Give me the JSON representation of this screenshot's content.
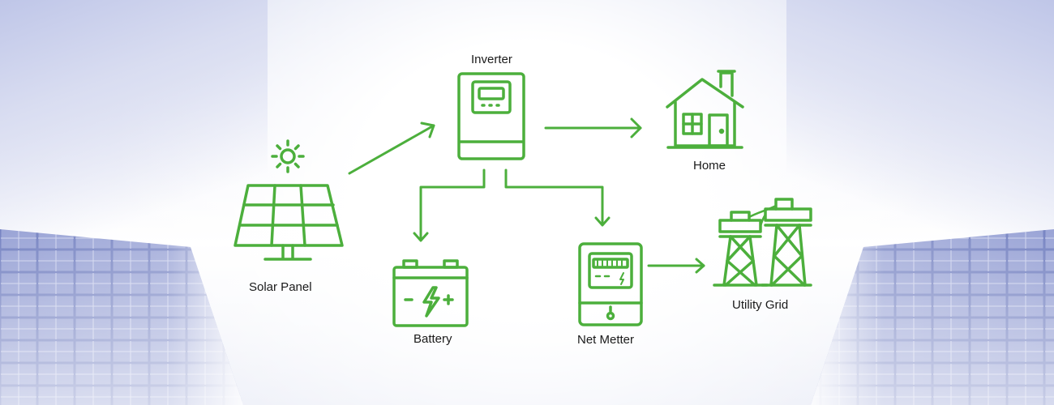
{
  "nodes": {
    "solar_panel": {
      "label": "Solar Panel"
    },
    "inverter": {
      "label": "Inverter"
    },
    "home": {
      "label": "Home"
    },
    "battery": {
      "label": "Battery"
    },
    "net_meter": {
      "label": "Net Metter"
    },
    "utility_grid": {
      "label": "Utility Grid"
    }
  },
  "colors": {
    "icon_green": "#4caf3c",
    "panel_blue": "#6a78b8",
    "sky": "#c8cdea"
  }
}
